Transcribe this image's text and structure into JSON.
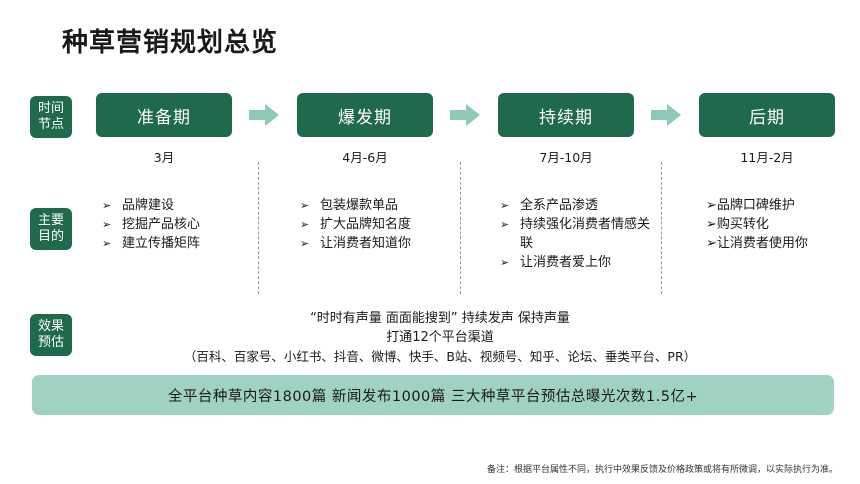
{
  "title": "种草营销规划总览",
  "row_labels": {
    "time": "时间节点",
    "goal": "主要目的",
    "effect": "效果预估"
  },
  "phases": [
    {
      "name": "准备期",
      "time": "3月",
      "goals": [
        "品牌建设",
        "挖掘产品核心",
        "建立传播矩阵"
      ]
    },
    {
      "name": "爆发期",
      "time": "4月-6月",
      "goals": [
        "包装爆款单品",
        "扩大品牌知名度",
        "让消费者知道你"
      ]
    },
    {
      "name": "持续期",
      "time": "7月-10月",
      "goals": [
        "全系产品渗透",
        "持续强化消费者情感关联",
        "让消费者爱上你"
      ]
    },
    {
      "name": "后期",
      "time": "11月-2月",
      "goals": [
        "➢品牌口碑维护",
        "➢购买转化",
        "➢让消费者使用你"
      ]
    }
  ],
  "effect": {
    "line1": "“时时有声量 面面能搜到” 持续发声 保持声量",
    "line2": "打通12个平台渠道",
    "line3": "（百科、百家号、小红书、抖音、微博、快手、B站、视频号、知乎、论坛、垂类平台、PR）"
  },
  "banner": "全平台种草内容1800篇 新闻发布1000篇 三大种草平台预估总曝光次数1.5亿+",
  "note": "备注：根据平台属性不同，执行中效果反馈及价格政策或将有所微调，以实际执行为准。",
  "colors": {
    "primary": "#1e6a4a",
    "arrow": "#8ccab5",
    "banner": "#9fd2c1"
  }
}
